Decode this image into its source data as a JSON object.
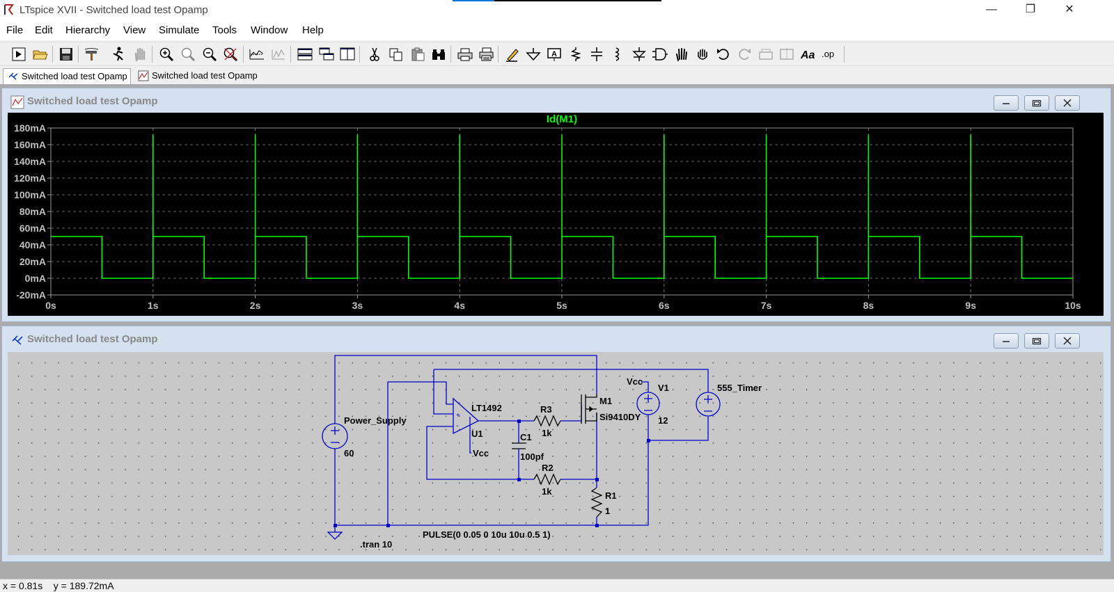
{
  "window": {
    "title": "LTspice XVII - Switched load test Opamp"
  },
  "menu": [
    "File",
    "Edit",
    "Hierarchy",
    "View",
    "Simulate",
    "Tools",
    "Window",
    "Help"
  ],
  "tabs": [
    {
      "label": "Switched load test Opamp",
      "kind": "schematic",
      "active": true
    },
    {
      "label": "Switched load test Opamp",
      "kind": "waveform",
      "active": false
    }
  ],
  "waveform_window": {
    "title": "Switched load test Opamp"
  },
  "schematic_window": {
    "title": "Switched load test Opamp"
  },
  "chart_data": {
    "type": "line",
    "title": "",
    "xlabel": "",
    "ylabel": "",
    "xlim": [
      0,
      10
    ],
    "ylim": [
      -20,
      180
    ],
    "x_unit": "s",
    "y_unit": "mA",
    "x_ticks": [
      "0s",
      "1s",
      "2s",
      "3s",
      "4s",
      "5s",
      "6s",
      "7s",
      "8s",
      "9s",
      "10s"
    ],
    "y_ticks": [
      "180mA",
      "160mA",
      "140mA",
      "120mA",
      "100mA",
      "80mA",
      "60mA",
      "40mA",
      "20mA",
      "0mA",
      "-20mA"
    ],
    "grid": true,
    "series": [
      {
        "name": "Id(M1)",
        "color": "#00ff00",
        "x": [
          0,
          0.5,
          0.5,
          1,
          1,
          1,
          1.5,
          1.5,
          2,
          2,
          2,
          2.5,
          2.5,
          3,
          3,
          3,
          3.5,
          3.5,
          4,
          4,
          4,
          4.5,
          4.5,
          5,
          5,
          5,
          5.5,
          5.5,
          6,
          6,
          6,
          6.5,
          6.5,
          7,
          7,
          7,
          7.5,
          7.5,
          8,
          8,
          8,
          8.5,
          8.5,
          9,
          9,
          9,
          9.5,
          9.5,
          10
        ],
        "y": [
          50,
          50,
          0,
          0,
          172,
          50,
          50,
          0,
          0,
          172,
          50,
          50,
          0,
          0,
          172,
          50,
          50,
          0,
          0,
          172,
          50,
          50,
          0,
          0,
          172,
          50,
          50,
          0,
          0,
          172,
          50,
          50,
          0,
          0,
          172,
          50,
          50,
          0,
          0,
          172,
          50,
          50,
          0,
          0,
          172,
          50,
          50,
          0,
          0
        ]
      }
    ]
  },
  "schematic": {
    "components": {
      "power_supply": {
        "name": "Power_Supply",
        "value": "60"
      },
      "opamp": {
        "model": "LT1492",
        "ref": "U1",
        "supply_label": "Vcc"
      },
      "r3": {
        "ref": "R3",
        "value": "1k"
      },
      "c1": {
        "ref": "C1",
        "value": "100pf"
      },
      "r2": {
        "ref": "R2",
        "value": "1k"
      },
      "m1": {
        "ref": "M1",
        "model": "Si9410DY"
      },
      "r1": {
        "ref": "R1",
        "value": "1"
      },
      "v1": {
        "ref": "V1",
        "value": "12",
        "net_label": "Vcc"
      },
      "timer": {
        "name": "555_Timer",
        "value": "PULSE(0 0.05 0 10u 10u 0.5 1)"
      }
    },
    "directive": ".tran 10"
  },
  "status": {
    "text": "x = 0.81s    y = 189.72mA"
  },
  "colors": {
    "trace": "#00ff00",
    "wire": "#0000cd",
    "plot_bg": "#000000",
    "schematic_bg": "#c8c8c8"
  }
}
